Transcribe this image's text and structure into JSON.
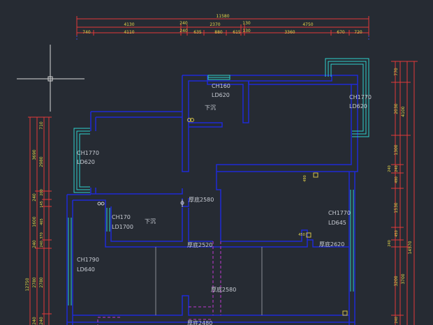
{
  "colors": {
    "background": "#262b33",
    "wall": "#1f2bd6",
    "window": "#2fd2cc",
    "dimension_line": "#e23a3a",
    "dimension_text": "#e8d84a",
    "label_text": "#c8ccd4",
    "hidden_line": "#c03ad0",
    "fixture": "#d4c24a",
    "crosshair": "#d8d8d8"
  },
  "top_dimensions": {
    "overall": "11580",
    "row1": [
      "4130",
      "240",
      "2370",
      "130",
      "4750"
    ],
    "row2": [
      "740",
      "4110",
      "240",
      "635",
      "880",
      "615",
      "130",
      "3360",
      "670",
      "720"
    ]
  },
  "left_dimensions": {
    "outer": [
      "12750"
    ],
    "middle": [
      "3690",
      "2780",
      "240"
    ],
    "inner": [
      "710",
      "2980",
      "240",
      "1600",
      "240",
      "2780",
      "240"
    ],
    "innermost": [
      "200",
      "145",
      "465",
      "370",
      "240"
    ]
  },
  "right_dimensions": {
    "outer": [
      "14570"
    ],
    "middle": [
      "4100",
      "3700"
    ],
    "inner": [
      "770",
      "2030",
      "1300",
      "240",
      "1530",
      "450",
      "240",
      "3200",
      "240"
    ],
    "innermost": [
      "240",
      "490"
    ]
  },
  "room_labels": {
    "opening_1": "CH160",
    "lintel_1": "LD620",
    "step_down_1": "下沉",
    "window_right": "CH1770",
    "lintel_right": "LD620",
    "window_left": "CH1770",
    "lintel_left": "LD620",
    "beam_1": "厚底2580",
    "opening_2": "CH170",
    "lintel_2": "LD1700",
    "step_down_2": "下沉",
    "window_mid_right": "CH1770",
    "lintel_mid_right": "LD645",
    "beam_2": "厚底2520",
    "beam_3": "厚底2620",
    "window_bottom_left": "CH1790",
    "lintel_bottom_left": "LD640",
    "beam_4": "厚底2580",
    "beam_5": "厚底2480"
  },
  "fixture_marks": {
    "small_490": "490",
    "small_450": "450"
  }
}
